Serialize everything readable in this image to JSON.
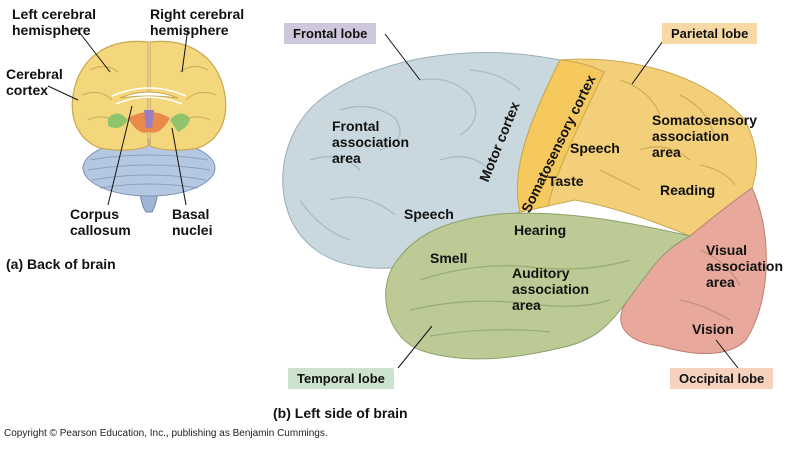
{
  "back_view": {
    "caption": "(a) Back of brain",
    "labels": {
      "left_hemisphere": "Left cerebral\nhemisphere",
      "right_hemisphere": "Right cerebral\nhemisphere",
      "cortex": "Cerebral\ncortex",
      "corpus_callosum": "Corpus\ncallosum",
      "basal_nuclei": "Basal\nnuclei"
    }
  },
  "side_view": {
    "caption": "(b) Left side of brain",
    "lobes": {
      "frontal": "Frontal lobe",
      "parietal": "Parietal lobe",
      "temporal": "Temporal lobe",
      "occipital": "Occipital lobe"
    },
    "areas": {
      "frontal_association": "Frontal\nassociation\narea",
      "motor_cortex": "Motor cortex",
      "somatosensory_cortex": "Somatosensory cortex",
      "speech_parietal": "Speech",
      "taste": "Taste",
      "somatosensory_association": "Somatosensory\nassociation\narea",
      "reading": "Reading",
      "speech_frontal": "Speech",
      "hearing": "Hearing",
      "smell": "Smell",
      "auditory_association": "Auditory\nassociation\narea",
      "visual_association": "Visual\nassociation\narea",
      "vision": "Vision"
    }
  },
  "colors": {
    "frontal": "#c9d8de",
    "parietal": "#f2cf78",
    "temporal": "#bccb95",
    "occipital": "#e8a99c",
    "frontal_box": "#cfc8dc",
    "parietal_box": "#f7d9a6",
    "temporal_box": "#cde2cc",
    "occipital_box": "#f6d1bd"
  },
  "copyright": "Copyright © Pearson Education, Inc., publishing as Benjamin Cummings."
}
